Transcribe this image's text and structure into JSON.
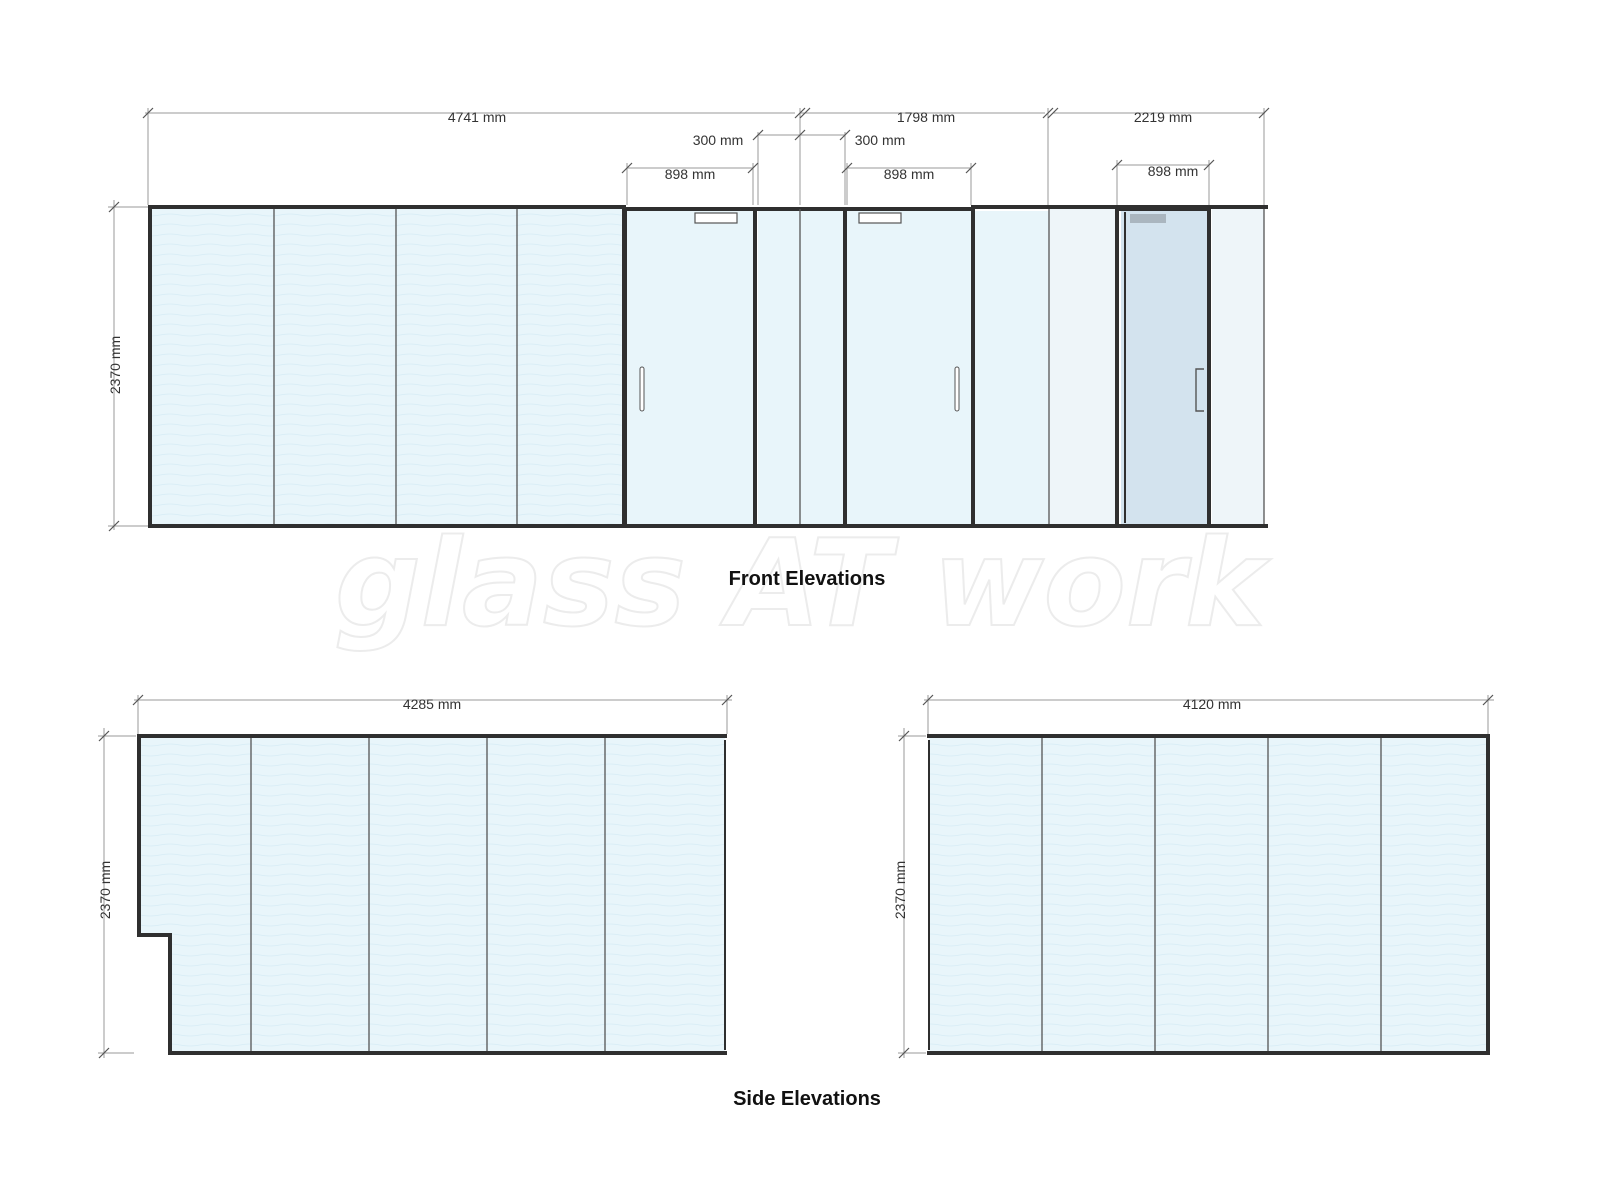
{
  "watermark": "glass AT work",
  "front": {
    "title": "Front Elevations",
    "dims": {
      "overall_left": "4741 mm",
      "overall_mid": "1798 mm",
      "overall_right": "2219 mm",
      "side_left": "300 mm",
      "side_right": "300 mm",
      "door_1": "898 mm",
      "door_2": "898 mm",
      "door_3": "898 mm",
      "height": "2370 mm"
    }
  },
  "side": {
    "title": "Side Elevations",
    "left": {
      "width": "4285 mm",
      "height": "2370 mm"
    },
    "right": {
      "width": "4120 mm",
      "height": "2370 mm"
    }
  },
  "colors": {
    "glass": "#e8f5fa",
    "glass_tinted": "#d3e3ee",
    "glass_light": "#eef5f9",
    "frame": "#2f2f2f"
  }
}
